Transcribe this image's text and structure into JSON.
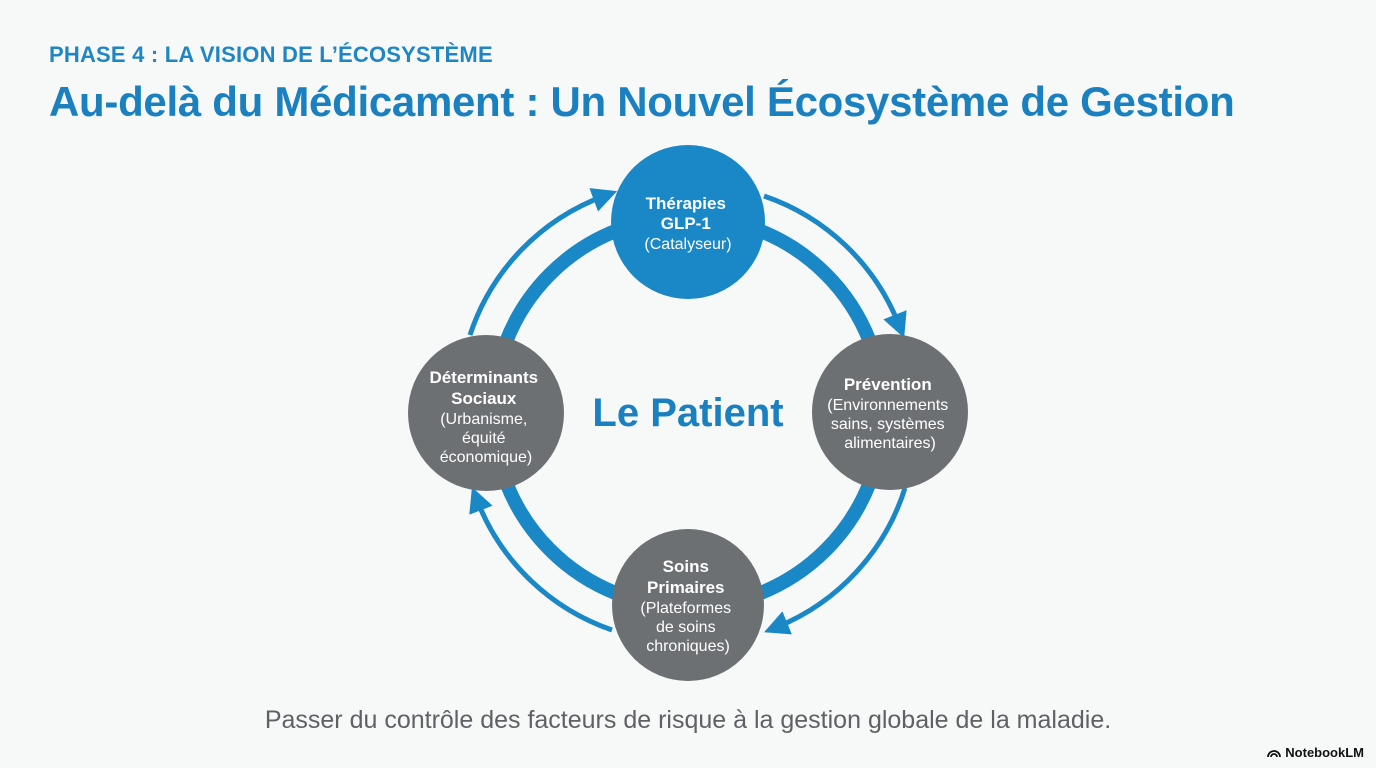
{
  "header": {
    "eyebrow": "PHASE 4 : LA VISION DE L’ÉCOSYSTÈME",
    "title": "Au-delà du Médicament : Un Nouvel Écosystème de Gestion"
  },
  "diagram": {
    "center": "Le Patient",
    "nodes": {
      "top": {
        "title_lines": [
          "Thérapies",
          "GLP-1"
        ],
        "detail_lines": [
          "(Catalyseur)"
        ]
      },
      "right": {
        "title_lines": [
          "Prévention"
        ],
        "detail_lines": [
          "(Environnements",
          "sains, systèmes",
          "alimentaires)"
        ]
      },
      "bottom": {
        "title_lines": [
          "Soins",
          "Primaires"
        ],
        "detail_lines": [
          "(Plateformes",
          "de soins",
          "chroniques)"
        ]
      },
      "left": {
        "title_lines": [
          "Déterminants",
          "Sociaux"
        ],
        "detail_lines": [
          "(Urbanisme,",
          "équité",
          "économique)"
        ]
      }
    },
    "colors": {
      "accent_blue": "#1a87c6",
      "node_gray": "#6c7073",
      "text_dark_gray": "#5f6264"
    }
  },
  "footer": {
    "caption": "Passer du contrôle des facteurs de risque à la gestion globale de la maladie.",
    "brand": "NotebookLM",
    "brand_icon": "notebooklm-logo-icon"
  }
}
